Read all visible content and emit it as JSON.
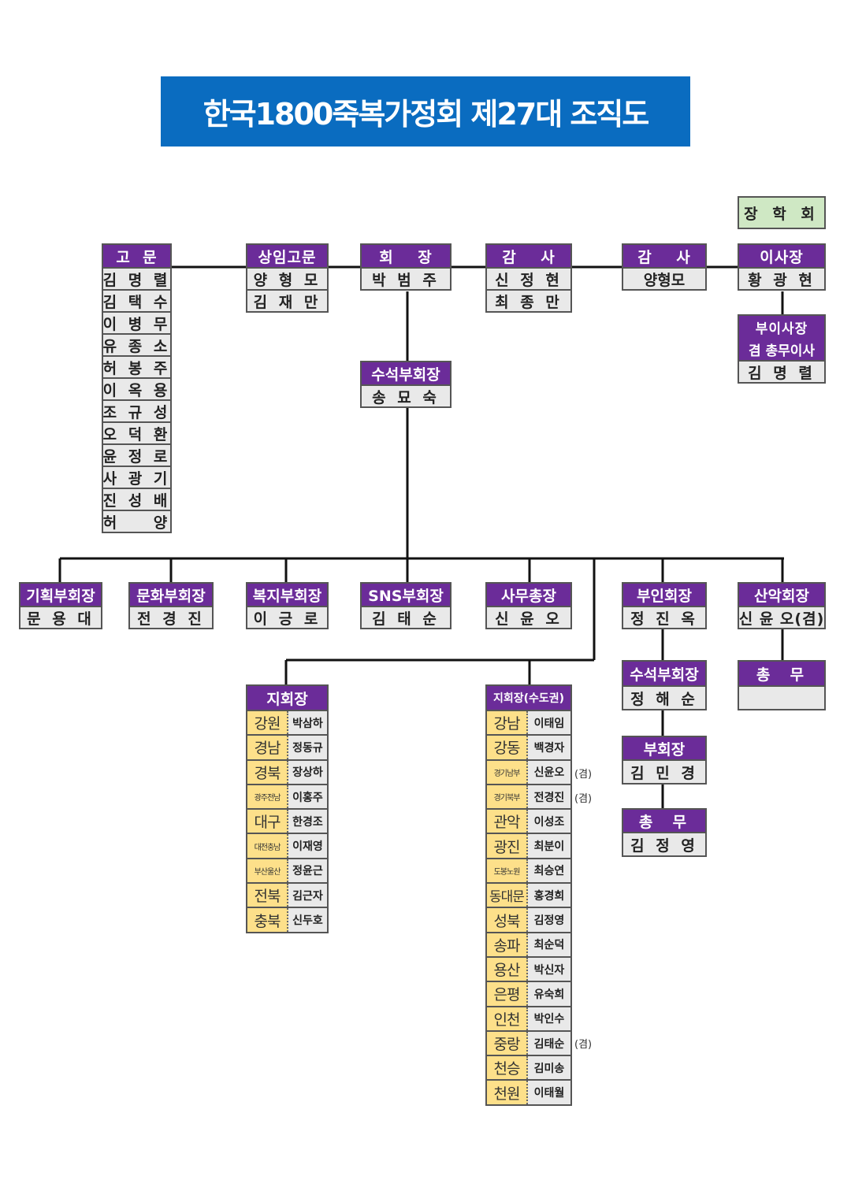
{
  "title": "한국1800죽복가정회 제27대 조직도",
  "scholarship": "장 학 회",
  "advisors": {
    "title": "고  문",
    "members": [
      "김 명 렬",
      "김 택 수",
      "이 병 무",
      "유 종 소",
      "허 봉 주",
      "이 옥 용",
      "조 규 성",
      "오 덕 환",
      "윤 정 로",
      "사 광 기",
      "진 성 배",
      "허    양"
    ]
  },
  "standing_advisors": {
    "title": "상임고문",
    "members": [
      "양 형 모",
      "김 재 만"
    ]
  },
  "president": {
    "title": "회    장",
    "name": "박 범 주"
  },
  "auditor": {
    "title": "감    사",
    "members": [
      "신 정 현",
      "최 종 만"
    ]
  },
  "foundation_auditor": {
    "title": "감    사",
    "name": "양형모"
  },
  "chairman": {
    "title": "이사장",
    "name": "황 광 현"
  },
  "vice_chairman": {
    "title_1": "부이사장",
    "title_2": "겸 총무이사",
    "name": "김 명 렬"
  },
  "senior_vp": {
    "title": "수석부회장",
    "name": "송 묘 숙"
  },
  "departments": [
    {
      "title": "기획부회장",
      "name": "문 용 대"
    },
    {
      "title": "문화부회장",
      "name": "전 경 진"
    },
    {
      "title": "복지부회장",
      "name": "이 긍 로"
    },
    {
      "title": "SNS부회장",
      "name": "김 태 순"
    },
    {
      "title": "사무총장",
      "name": "신 윤 오"
    },
    {
      "title": "부인회장",
      "name": "정 진 옥"
    },
    {
      "title": "산악회장",
      "name": "신 윤 오(겸)"
    }
  ],
  "womens": {
    "senior_vp": {
      "title": "수석부회장",
      "name": "정 해 순"
    },
    "vp": {
      "title": "부회장",
      "name": "김 민 경"
    },
    "secretary": {
      "title": "총  무",
      "name": "김 정 영"
    }
  },
  "hiking_secretary": {
    "title": "총  무",
    "name": ""
  },
  "branches": {
    "title": "지회장",
    "rows": [
      {
        "region": "강원",
        "name": "박삼하"
      },
      {
        "region": "경남",
        "name": "정동규"
      },
      {
        "region": "경북",
        "name": "장상하"
      },
      {
        "region": "광주전남",
        "name": "이홍주"
      },
      {
        "region": "대구",
        "name": "한경조"
      },
      {
        "region": "대전충남",
        "name": "이재영"
      },
      {
        "region": "부산울산",
        "name": "정윤근"
      },
      {
        "region": "전북",
        "name": "김근자"
      },
      {
        "region": "충북",
        "name": "신두호"
      }
    ]
  },
  "capital_branches": {
    "title": "지회장(수도권)",
    "rows": [
      {
        "region": "강남",
        "name": "이태임"
      },
      {
        "region": "강동",
        "name": "백경자"
      },
      {
        "region": "경기남부",
        "name": "신윤오",
        "note": "(겸)"
      },
      {
        "region": "경기북부",
        "name": "전경진",
        "note": "(겸)"
      },
      {
        "region": "관악",
        "name": "이성조"
      },
      {
        "region": "광진",
        "name": "최분이"
      },
      {
        "region": "도봉노원",
        "name": "최승연"
      },
      {
        "region": "동대문",
        "name": "홍경희"
      },
      {
        "region": "성북",
        "name": "김정영"
      },
      {
        "region": "송파",
        "name": "최순덕"
      },
      {
        "region": "용산",
        "name": "박신자"
      },
      {
        "region": "은평",
        "name": "유숙희"
      },
      {
        "region": "인천",
        "name": "박인수"
      },
      {
        "region": "중랑",
        "name": "김태순",
        "note": "(겸)"
      },
      {
        "region": "천승",
        "name": "김미송"
      },
      {
        "region": "천원",
        "name": "이태월"
      }
    ]
  },
  "colors": {
    "title_bg": "#0a6cc0",
    "header": "#6b2c99",
    "row": "#e9e9e9",
    "region": "#fde08a",
    "scholarship": "#cfe8c4"
  }
}
